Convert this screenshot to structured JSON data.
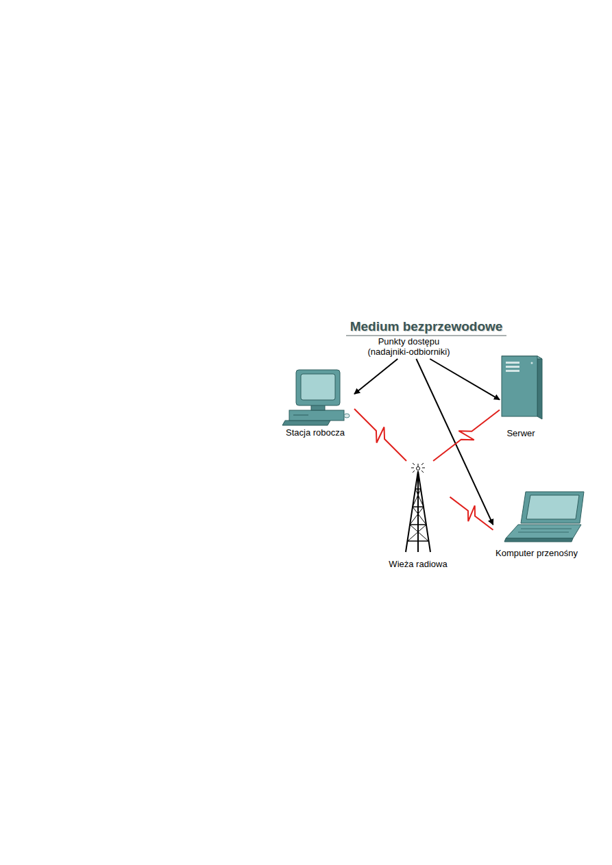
{
  "diagram": {
    "title": "Medium bezprzewodowe",
    "nodes": [
      {
        "text": [
          "Punkty dostępu (nadajniki-odbiorniki)"
        ]
      },
      {
        "text": [
          "Stacja robocza"
        ]
      },
      {
        "text": [
          "Serwer"
        ]
      },
      {
        "text": [
          "Wieża radiowa"
        ]
      },
      {
        "text": [
          "Komputer przenośny"
        ]
      }
    ],
    "edges": [
      {
        "from": 0,
        "to": 1,
        "arrow": "to"
      },
      {
        "from": 0,
        "to": 2,
        "arrow": "to"
      },
      {
        "from": 0,
        "to": 4,
        "arrow": "to"
      },
      {
        "from": 3,
        "to": 1,
        "arrow": "none"
      },
      {
        "from": 3,
        "to": 2,
        "arrow": "none"
      },
      {
        "from": 3,
        "to": 4,
        "arrow": "none"
      }
    ]
  }
}
